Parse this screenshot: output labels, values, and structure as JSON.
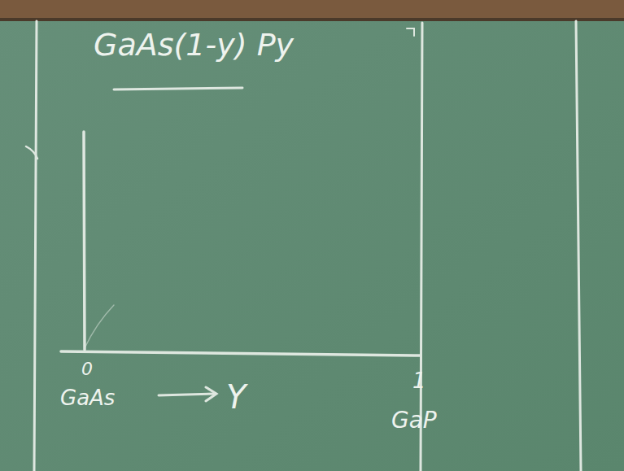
{
  "diagram": {
    "title": "GaAs(1-y) Py",
    "labels": [
      "0",
      "GaAs",
      "Y",
      "1",
      "GaP"
    ]
  }
}
